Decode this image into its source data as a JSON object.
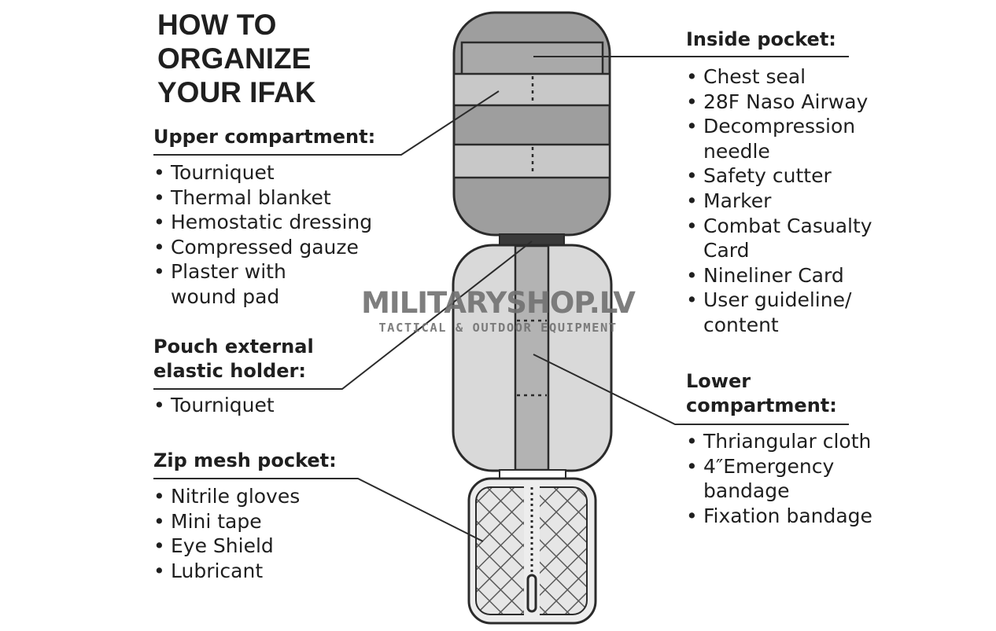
{
  "title": {
    "lines": [
      "HOW TO",
      "ORGANIZE",
      "YOUR IFAK"
    ]
  },
  "bullet": "•",
  "sections": {
    "upper": {
      "heading": [
        "Upper compartment:"
      ],
      "items": [
        [
          "Tourniquet"
        ],
        [
          "Thermal blanket"
        ],
        [
          "Hemostatic dressing"
        ],
        [
          "Compressed gauze"
        ],
        [
          "Plaster with",
          "wound pad"
        ]
      ]
    },
    "pouch": {
      "heading": [
        "Pouch external",
        "elastic holder:"
      ],
      "items": [
        [
          "Tourniquet"
        ]
      ]
    },
    "zip": {
      "heading": [
        "Zip mesh pocket:"
      ],
      "items": [
        [
          "Nitrile gloves"
        ],
        [
          "Mini tape"
        ],
        [
          "Eye Shield"
        ],
        [
          "Lubricant"
        ]
      ]
    },
    "inside": {
      "heading": [
        "Inside pocket:"
      ],
      "items": [
        [
          "Chest seal"
        ],
        [
          "28F Naso Airway"
        ],
        [
          "Decompression",
          "needle"
        ],
        [
          "Safety cutter"
        ],
        [
          "Marker"
        ],
        [
          "Combat Casualty",
          "Card"
        ],
        [
          "Nineliner Card"
        ],
        [
          "User guideline/",
          "content"
        ]
      ]
    },
    "lower": {
      "heading": [
        "Lower",
        "compartment:"
      ],
      "items": [
        [
          "Thriangular cloth"
        ],
        [
          "4″Emergency",
          "bandage"
        ],
        [
          "Fixation bandage"
        ]
      ]
    }
  },
  "watermark": {
    "main": "MILITARYSHOP.LV",
    "sub": "TACTICAL & OUTDOOR EQUIPMENT"
  },
  "colors": {
    "text": "#1f1f1f",
    "outline": "#2b2b2b",
    "upper_fill": "#9e9e9e",
    "strap_fill": "#c8c8c8",
    "lower_fill": "#d9d9d9",
    "center_strap": "#b3b3b3",
    "mesh_fill": "#e6e6e6",
    "watermark": "#707070"
  }
}
